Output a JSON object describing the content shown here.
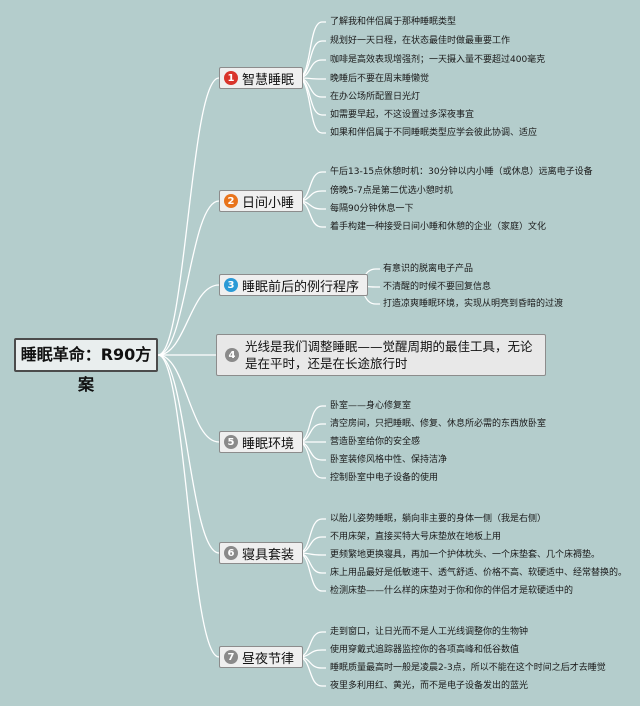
{
  "root": {
    "title": "睡眠革命：R90方案"
  },
  "colors": {
    "line": "#ffffff",
    "red": "#d9342b",
    "orange": "#e8741c",
    "blue": "#2a9ad6",
    "gray": "#8a8a8a"
  },
  "branches": [
    {
      "num": "1",
      "label": "智慧睡眠",
      "color": "#d9342b",
      "leaves": [
        "了解我和伴侣属于那种睡眠类型",
        "规划好一天日程，在状态最佳时做最重要工作",
        "咖啡是高效表现增强剂；一天摄入量不要超过400毫克",
        "晚睡后不要在周末睡懒觉",
        "在办公场所配置日光灯",
        "如需要早起，不这设置过多深夜事宜",
        "如果和伴侣属于不同睡眠类型应学会彼此协调、适应"
      ]
    },
    {
      "num": "2",
      "label": "日间小睡",
      "color": "#e8741c",
      "leaves": [
        "午后13-15点休憩时机：30分钟以内小睡（或休息）远离电子设备",
        "傍晚5-7点是第二优选小憩时机",
        "每隔90分钟休息一下",
        "着手构建一种接受日间小睡和休憩的企业（家庭）文化"
      ]
    },
    {
      "num": "3",
      "label": "睡眠前后的例行程序",
      "color": "#2a9ad6",
      "leaves": [
        "有意识的脱离电子产品",
        "不清醒的时候不要回复信息",
        "打造凉爽睡眠环境，实现从明亮到昏暗的过渡"
      ]
    },
    {
      "num": "4",
      "label": "光线是我们调整睡眠——觉醒周期的最佳工具，无论是在平时，还是在长途旅行时",
      "color": "#8a8a8a",
      "leaves": []
    },
    {
      "num": "5",
      "label": "睡眠环境",
      "color": "#8a8a8a",
      "leaves": [
        "卧室——身心修复室",
        "清空房间，只把睡眠、修复、休息所必需的东西放卧室",
        "营造卧室给你的安全感",
        "卧室装修风格中性、保持洁净",
        "控制卧室中电子设备的使用"
      ]
    },
    {
      "num": "6",
      "label": "寝具套装",
      "color": "#8a8a8a",
      "leaves": [
        "以胎儿姿势睡眠，躺向非主要的身体一侧（我是右侧）",
        "不用床架，直接买特大号床垫放在地板上用",
        "更频繁地更换寝具，再加一个护体枕头、一个床垫套、几个床褥垫。",
        "床上用品最好是低敏速干、透气舒适、价格不高、软硬适中、经常替换的。",
        "检测床垫——什么样的床垫对于你和你的伴侣才是软硬适中的"
      ]
    },
    {
      "num": "7",
      "label": "昼夜节律",
      "color": "#8a8a8a",
      "leaves": [
        "走到窗口，让日光而不是人工光线调整你的生物钟",
        "使用穿戴式追踪器监控你的各项高峰和低谷数值",
        "睡眠质量最高时一般是凌晨2-3点，所以不能在这个时间之后才去睡觉",
        "夜里多利用红、黄光，而不是电子设备发出的蓝光"
      ]
    }
  ]
}
